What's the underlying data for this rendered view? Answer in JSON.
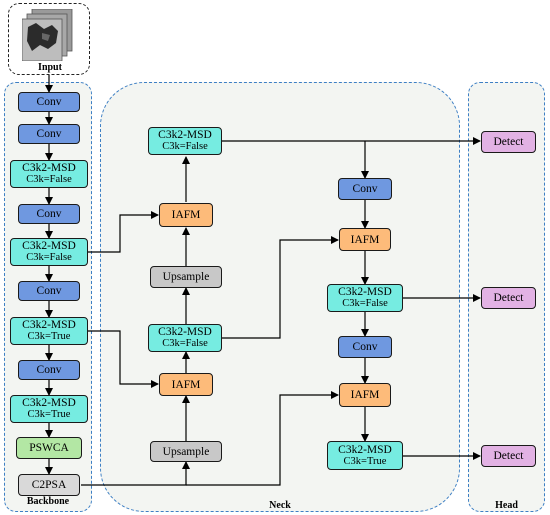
{
  "colors": {
    "conv": "#6f98e0",
    "c3k": "#76ece1",
    "iafm": "#fdbb7a",
    "upsample": "#c8c8c8",
    "pswca": "#b3e7a4",
    "c2psa": "#d9d9d9",
    "detect": "#e2b2e4",
    "region_border": "#3d7fc4"
  },
  "input": {
    "label": "Input"
  },
  "regions": {
    "backbone": "Backbone",
    "neck": "Neck",
    "head": "Head"
  },
  "backbone": {
    "conv1": "Conv",
    "conv2": "Conv",
    "c3k2_1": {
      "title": "C3k2-MSD",
      "param": "C3k=False"
    },
    "conv3": "Conv",
    "c3k2_2": {
      "title": "C3k2-MSD",
      "param": "C3k=False"
    },
    "conv4": "Conv",
    "c3k2_3": {
      "title": "C3k2-MSD",
      "param": "C3k=True"
    },
    "conv5": "Conv",
    "c3k2_4": {
      "title": "C3k2-MSD",
      "param": "C3k=True"
    },
    "pswca": "PSWCA",
    "c2psa": "C2PSA"
  },
  "neck": {
    "c3k2_top": {
      "title": "C3k2-MSD",
      "param": "C3k=False"
    },
    "iafm_1": "IAFM",
    "upsample_1": "Upsample",
    "c3k2_mid": {
      "title": "C3k2-MSD",
      "param": "C3k=False"
    },
    "iafm_2": "IAFM",
    "upsample_2": "Upsample",
    "conv_a": "Conv",
    "iafm_3": "IAFM",
    "c3k2_right1": {
      "title": "C3k2-MSD",
      "param": "C3k=False"
    },
    "conv_b": "Conv",
    "iafm_4": "IAFM",
    "c3k2_right2": {
      "title": "C3k2-MSD",
      "param": "C3k=True"
    }
  },
  "head": {
    "detect1": "Detect",
    "detect2": "Detect",
    "detect3": "Detect"
  }
}
